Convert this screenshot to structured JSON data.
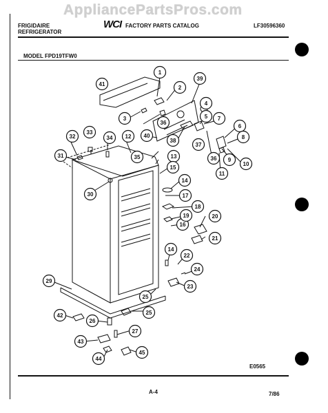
{
  "header": {
    "watermark": "AppliancePartsPros.com",
    "brand_line1": "FRIGIDAIRE",
    "brand_line2": "REFRIGERATOR",
    "logo_text": "WCI",
    "catalog_title": "FACTORY PARTS CATALOG",
    "catalog_number": "LF30596360",
    "model": "MODEL FPD19TFW0"
  },
  "footer": {
    "figure_code": "E0565",
    "page": "A-4",
    "date": "7/86"
  },
  "callouts": [
    {
      "id": "c1",
      "label": "1"
    },
    {
      "id": "c2",
      "label": "2"
    },
    {
      "id": "c3",
      "label": "3"
    },
    {
      "id": "c4",
      "label": "4"
    },
    {
      "id": "c5",
      "label": "5"
    },
    {
      "id": "c6",
      "label": "6"
    },
    {
      "id": "c7",
      "label": "7"
    },
    {
      "id": "c8",
      "label": "8"
    },
    {
      "id": "c9",
      "label": "9"
    },
    {
      "id": "c10",
      "label": "10"
    },
    {
      "id": "c11",
      "label": "11"
    },
    {
      "id": "c12",
      "label": "12"
    },
    {
      "id": "c13",
      "label": "13"
    },
    {
      "id": "c14a",
      "label": "14"
    },
    {
      "id": "c14b",
      "label": "14"
    },
    {
      "id": "c15",
      "label": "15"
    },
    {
      "id": "c16",
      "label": "16"
    },
    {
      "id": "c17",
      "label": "17"
    },
    {
      "id": "c18",
      "label": "18"
    },
    {
      "id": "c19",
      "label": "19"
    },
    {
      "id": "c20",
      "label": "20"
    },
    {
      "id": "c21",
      "label": "21"
    },
    {
      "id": "c22",
      "label": "22"
    },
    {
      "id": "c23",
      "label": "23"
    },
    {
      "id": "c24",
      "label": "24"
    },
    {
      "id": "c25a",
      "label": "25"
    },
    {
      "id": "c25b",
      "label": "25"
    },
    {
      "id": "c26",
      "label": "26"
    },
    {
      "id": "c27",
      "label": "27"
    },
    {
      "id": "c29",
      "label": "29"
    },
    {
      "id": "c30",
      "label": "30"
    },
    {
      "id": "c31",
      "label": "31"
    },
    {
      "id": "c32",
      "label": "32"
    },
    {
      "id": "c33",
      "label": "33"
    },
    {
      "id": "c34",
      "label": "34"
    },
    {
      "id": "c35",
      "label": "35"
    },
    {
      "id": "c36a",
      "label": "36"
    },
    {
      "id": "c36b",
      "label": "36"
    },
    {
      "id": "c37",
      "label": "37"
    },
    {
      "id": "c38",
      "label": "38"
    },
    {
      "id": "c39",
      "label": "39"
    },
    {
      "id": "c40",
      "label": "40"
    },
    {
      "id": "c41",
      "label": "41"
    },
    {
      "id": "c42",
      "label": "42"
    },
    {
      "id": "c43",
      "label": "43"
    },
    {
      "id": "c44",
      "label": "44"
    },
    {
      "id": "c45",
      "label": "45"
    }
  ]
}
